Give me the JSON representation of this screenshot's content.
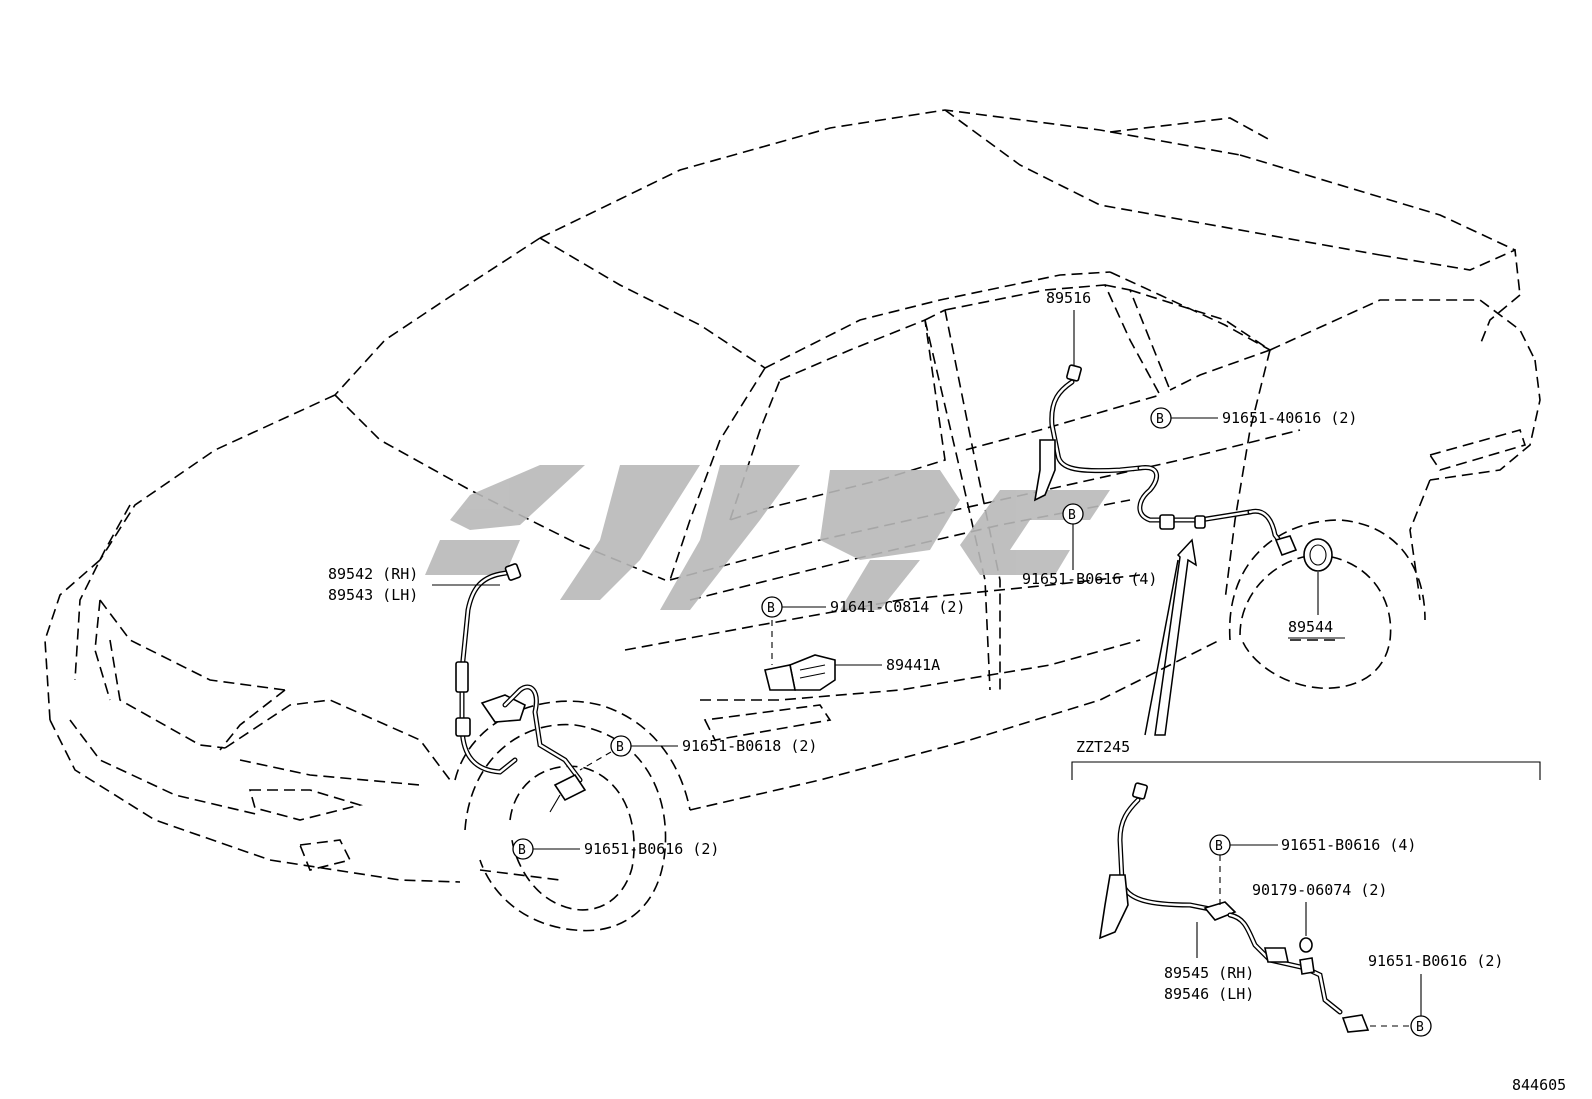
{
  "diagram": {
    "bubble_letter": "B",
    "callouts": {
      "p89516": "89516",
      "p91651_40616": "91651-40616 (2)",
      "p91651_b0616_4_top": "91651-B0616 (4)",
      "p89542": "89542 (RH)",
      "p89543": "89543 (LH)",
      "p91641_c0814": "91641-C0814 (2)",
      "p89441a": "89441A",
      "p89544": "89544",
      "p91651_b0618": "91651-B0618 (2)",
      "p91651_b0616_2_front": "91651-B0616 (2)"
    },
    "inset": {
      "title": "ZZT245",
      "p91651_b0616_4": "91651-B0616 (4)",
      "p90179_06074": "90179-06074 (2)",
      "p89545": "89545 (RH)",
      "p89546": "89546 (LH)",
      "p91651_b0616_2": "91651-B0616 (2)"
    },
    "illustration_id": "844605"
  },
  "colors": {
    "line": "#000000",
    "background": "#ffffff",
    "watermark": "#b9b9b9"
  }
}
